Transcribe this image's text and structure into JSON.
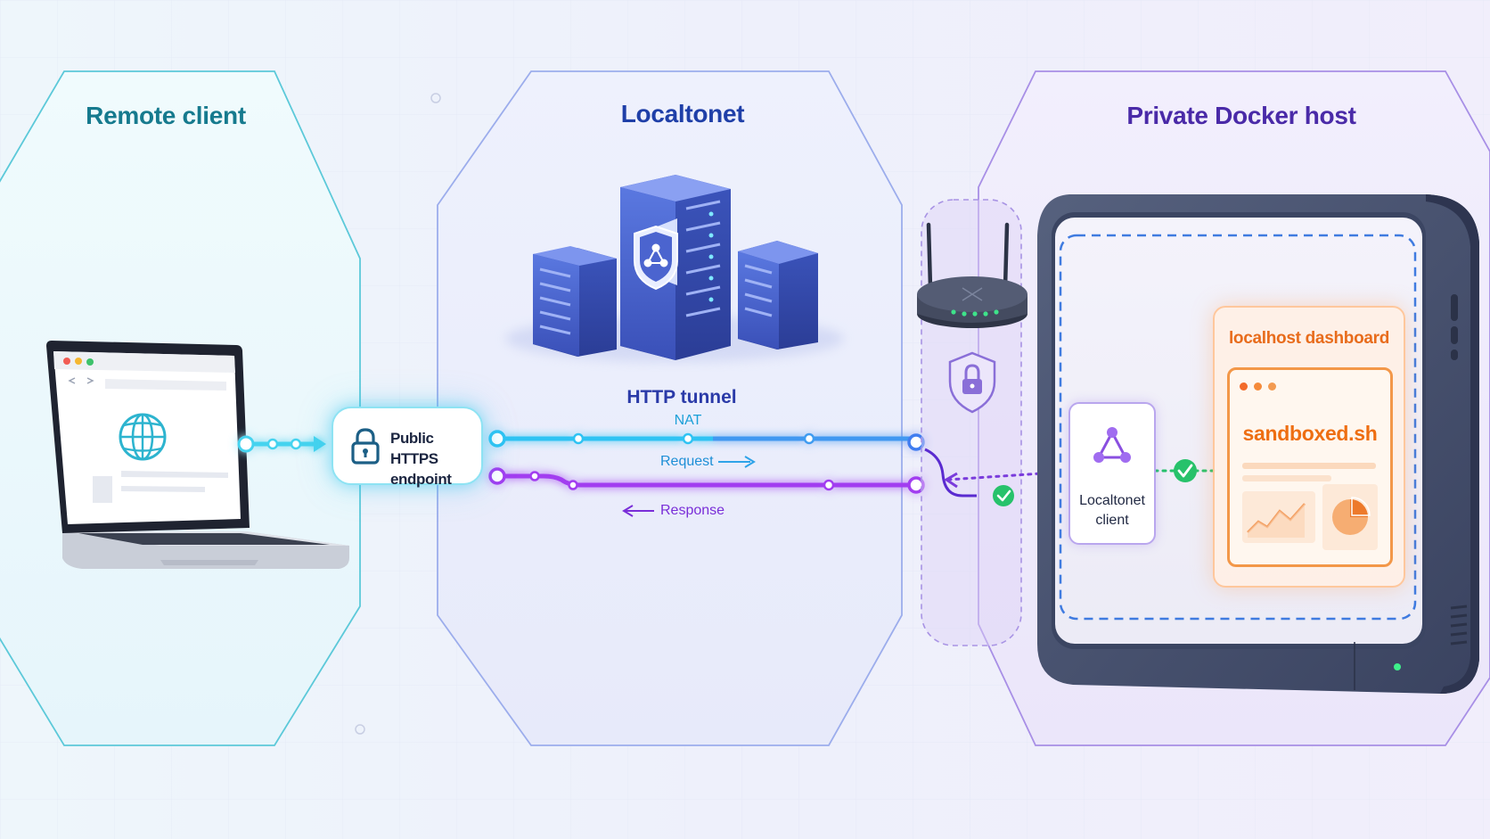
{
  "zones": {
    "remote": {
      "title": "Remote client"
    },
    "localtonet": {
      "title": "Localtonet"
    },
    "docker": {
      "title": "Private Docker host"
    }
  },
  "endpoint": {
    "line1": "Public HTTPS",
    "line2": "endpoint"
  },
  "tunnel": {
    "label": "HTTP tunnel",
    "nat_label": "NAT",
    "request_label": "Request",
    "response_label": "Response"
  },
  "client": {
    "line1": "Localtonet",
    "line2": "client"
  },
  "dashboard": {
    "title": "localhost dashboard",
    "app_name": "sandboxed.sh"
  },
  "icons": [
    "globe-icon",
    "lock-icon",
    "shield-icon",
    "check-icon",
    "network-nodes-icon",
    "pie-chart-icon",
    "line-chart-icon",
    "router-icon",
    "server-icon"
  ],
  "colors": {
    "request": "#22b8f0",
    "response": "#9b3cf0",
    "remote_accent": "#3fc6d8",
    "localtonet_accent": "#7b8fe0",
    "docker_accent": "#9b7fe0",
    "dashboard_accent": "#f39748",
    "ok_green": "#27c26b"
  }
}
